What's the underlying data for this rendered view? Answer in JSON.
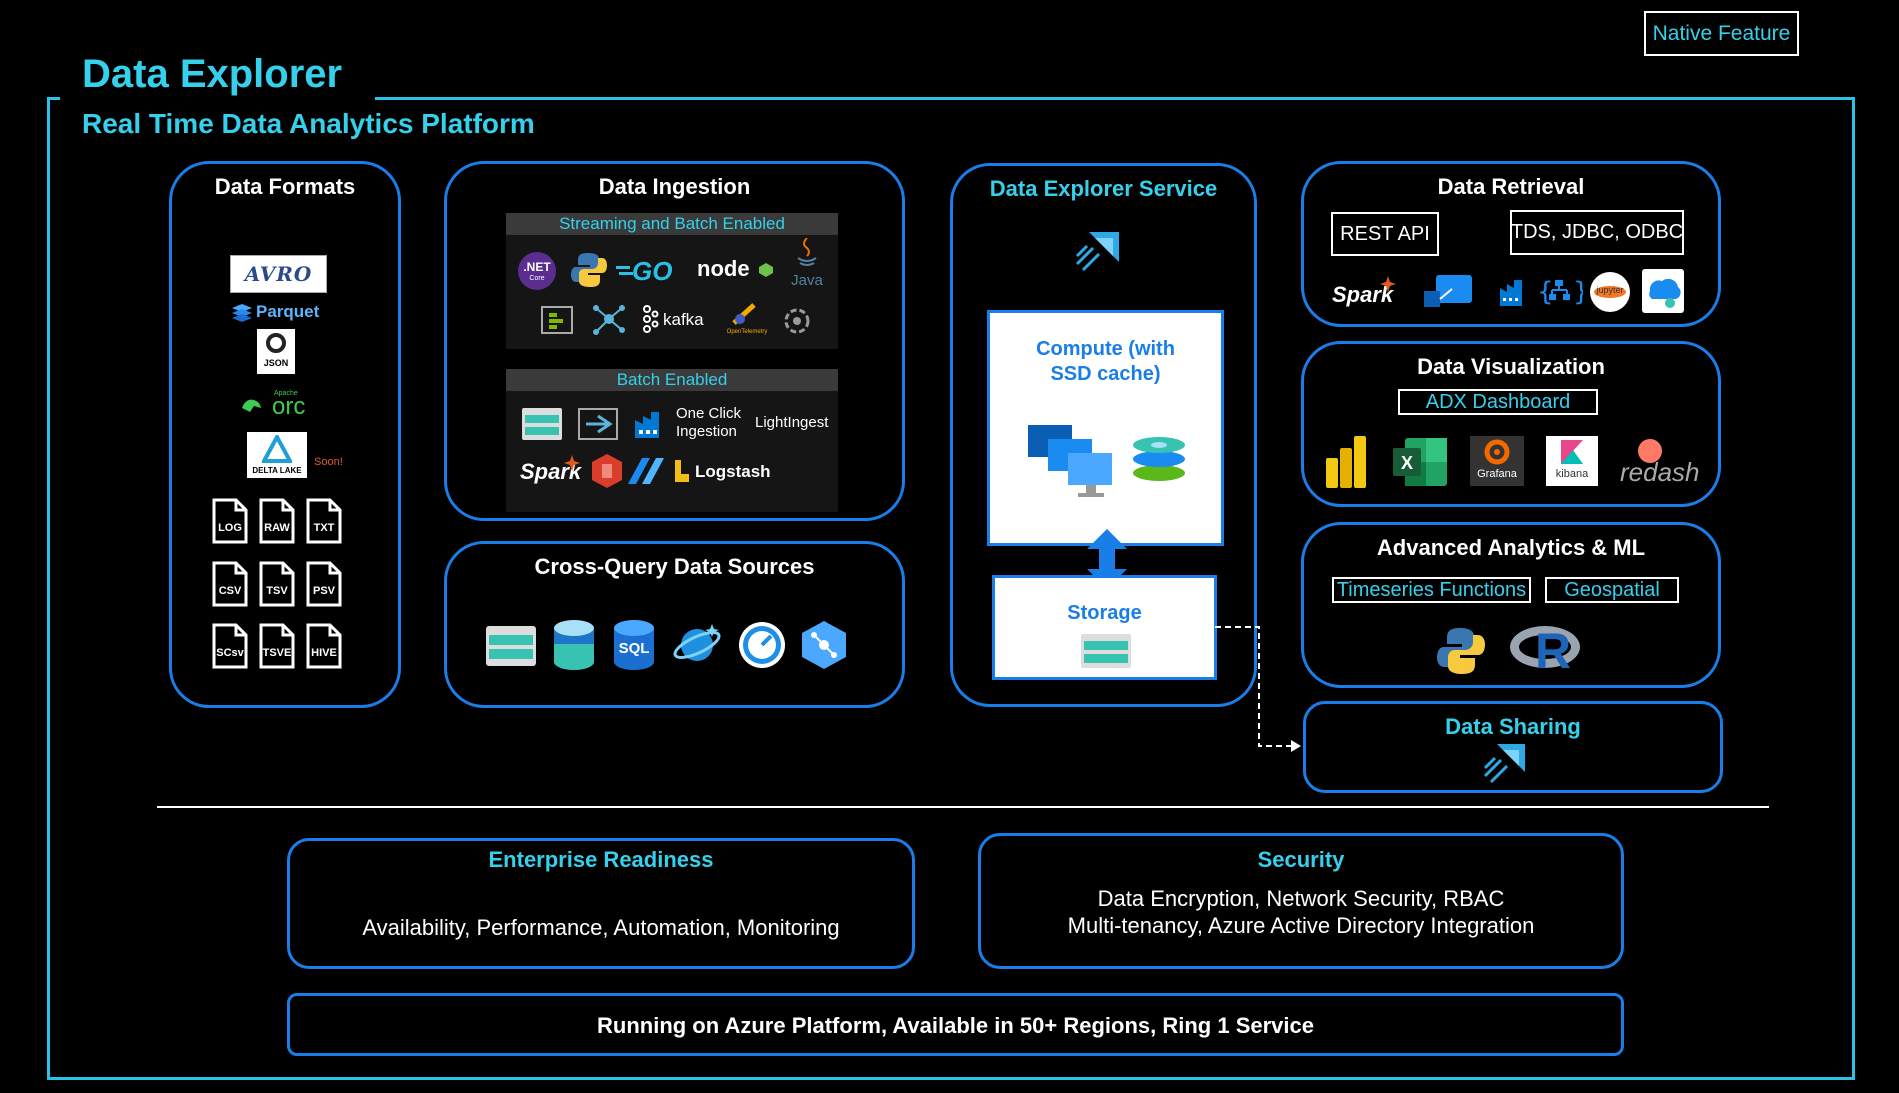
{
  "header": {
    "title": "Data Explorer",
    "subtitle": "Real Time Data Analytics Platform",
    "native_feature": "Native Feature"
  },
  "data_formats": {
    "title": "Data Formats",
    "logos": [
      "AVRO",
      "Parquet",
      "JSON",
      "orc",
      "DELTA LAKE"
    ],
    "orc_small": "Apache",
    "soon": "Soon!",
    "files": [
      "LOG",
      "RAW",
      "TXT",
      "CSV",
      "TSV",
      "PSV",
      "SCsv",
      "TSVE",
      "HIVE"
    ]
  },
  "data_ingestion": {
    "title": "Data Ingestion",
    "streaming_label": "Streaming and Batch Enabled",
    "batch_label": "Batch Enabled",
    "net_label": ".NET",
    "net_sub": "Core",
    "go_label": "GO",
    "node_label": "node",
    "java_label": "Java",
    "kafka_label": "kafka",
    "otel_label": "OpenTelemetry",
    "one_click": "One Click Ingestion",
    "lightingest": "LightIngest",
    "spark_label": "Spark",
    "logstash_label": "Logstash"
  },
  "cross_query": {
    "title": "Cross-Query Data Sources",
    "sql_label": "SQL"
  },
  "service": {
    "title": "Data Explorer Service",
    "compute_label": "Compute (with SSD cache)",
    "storage_label": "Storage"
  },
  "retrieval": {
    "title": "Data Retrieval",
    "rest_api": "REST API",
    "tds": "TDS, JDBC, ODBC",
    "spark_label": "Spark",
    "jupyter_label": "jupyter"
  },
  "visualization": {
    "title": "Data Visualization",
    "adx_dashboard": "ADX Dashboard",
    "grafana_label": "Grafana",
    "kibana_label": "kibana",
    "redash_label": "redash"
  },
  "analytics": {
    "title": "Advanced Analytics & ML",
    "timeseries": "Timeseries Functions",
    "geospatial": "Geospatial",
    "r_label": "R"
  },
  "sharing": {
    "title": "Data Sharing"
  },
  "enterprise": {
    "title": "Enterprise Readiness",
    "text": "Availability, Performance, Automation, Monitoring"
  },
  "security": {
    "title": "Security",
    "line1": "Data Encryption, Network Security, RBAC",
    "line2": "Multi-tenancy, Azure Active Directory Integration"
  },
  "footer": {
    "text": "Running on Azure Platform, Available in 50+ Regions, Ring 1 Service"
  },
  "colors": {
    "accent_cyan": "#35d0ec",
    "border_blue": "#1a7ee8",
    "background": "#000000"
  }
}
